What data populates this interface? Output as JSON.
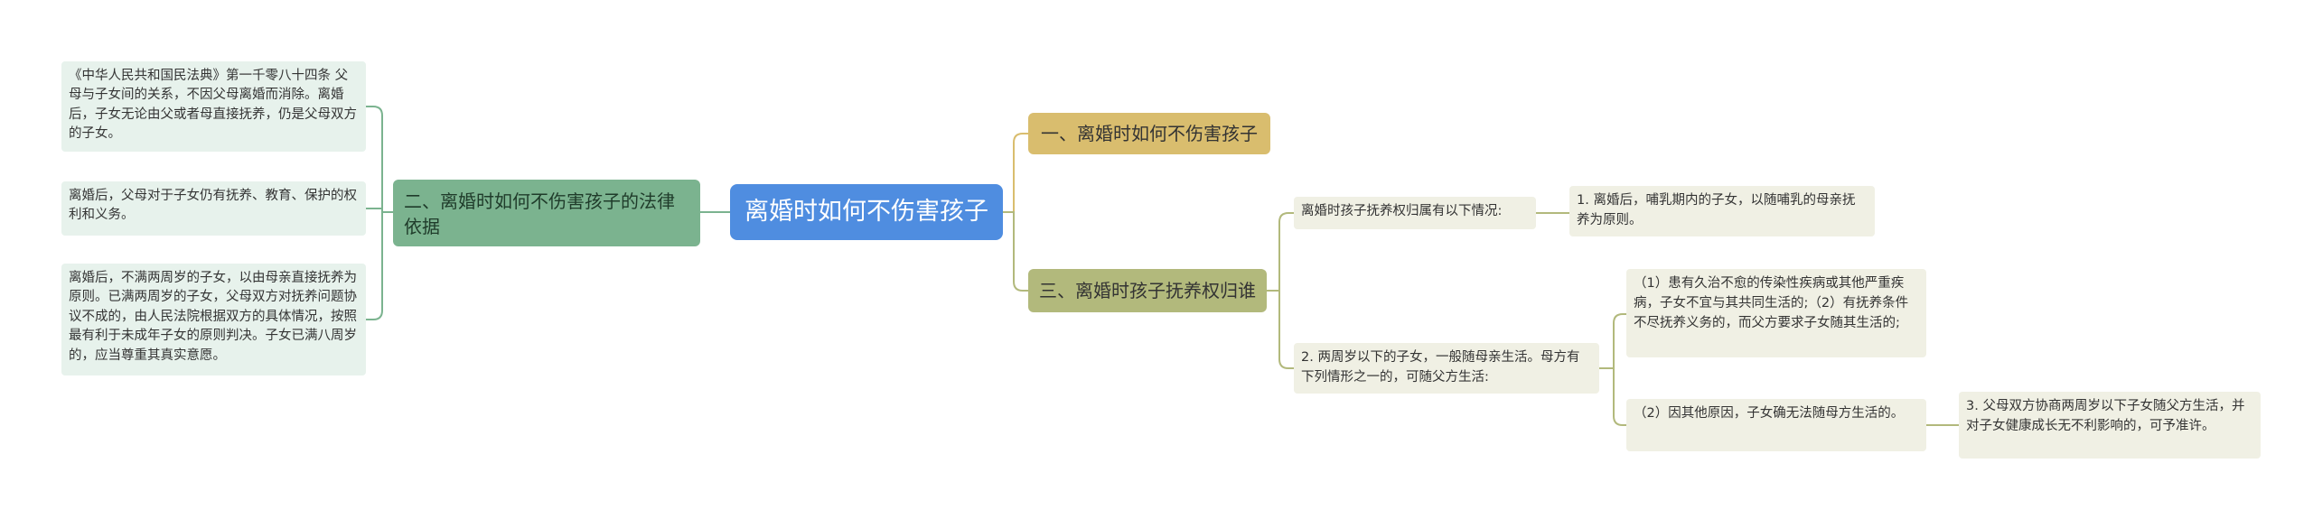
{
  "root": {
    "label": "离婚时如何不伤害孩子"
  },
  "left_branch": {
    "label": "二、离婚时如何不伤害孩子的法律依据",
    "leaves": [
      "《中华人民共和国民法典》第一千零八十四条 父母与子女间的关系，不因父母离婚而消除。离婚后，子女无论由父或者母直接抚养，仍是父母双方的子女。",
      "离婚后，父母对于子女仍有抚养、教育、保护的权利和义务。",
      "离婚后，不满两周岁的子女，以由母亲直接抚养为原则。已满两周岁的子女，父母双方对抚养问题协议不成的，由人民法院根据双方的具体情况，按照最有利于未成年子女的原则判决。子女已满八周岁的，应当尊重其真实意愿。"
    ]
  },
  "right_branch_1": {
    "label": "一、离婚时如何不伤害孩子"
  },
  "right_branch_3": {
    "label": "三、离婚时孩子抚养权归谁",
    "sub1": {
      "label": "离婚时孩子抚养权归属有以下情况:",
      "child": "1. 离婚后，哺乳期内的子女，以随哺乳的母亲抚养为原则。"
    },
    "sub2": {
      "label": "2. 两周岁以下的子女，一般随母亲生活。母方有下列情形之一的，可随父方生活:",
      "child1": "（1）患有久治不愈的传染性疾病或其他严重疾病，子女不宜与其共同生活的;（2）有抚养条件不尽抚养义务的，而父方要求子女随其生活的;",
      "child2": "（2）因其他原因，子女确无法随母方生活的。",
      "child2_child": "3. 父母双方协商两周岁以下子女随父方生活，并对子女健康成长无不利影响的，可予准许。"
    }
  },
  "colors": {
    "root": "#4f8de0",
    "left_branch": "#7bb38f",
    "right_branch_1": "#d9bd6e",
    "right_branch_3": "#b2b97c",
    "left_leaf_bg": "#e7f2ec",
    "right_leaf_bg": "#f0f0e4"
  }
}
